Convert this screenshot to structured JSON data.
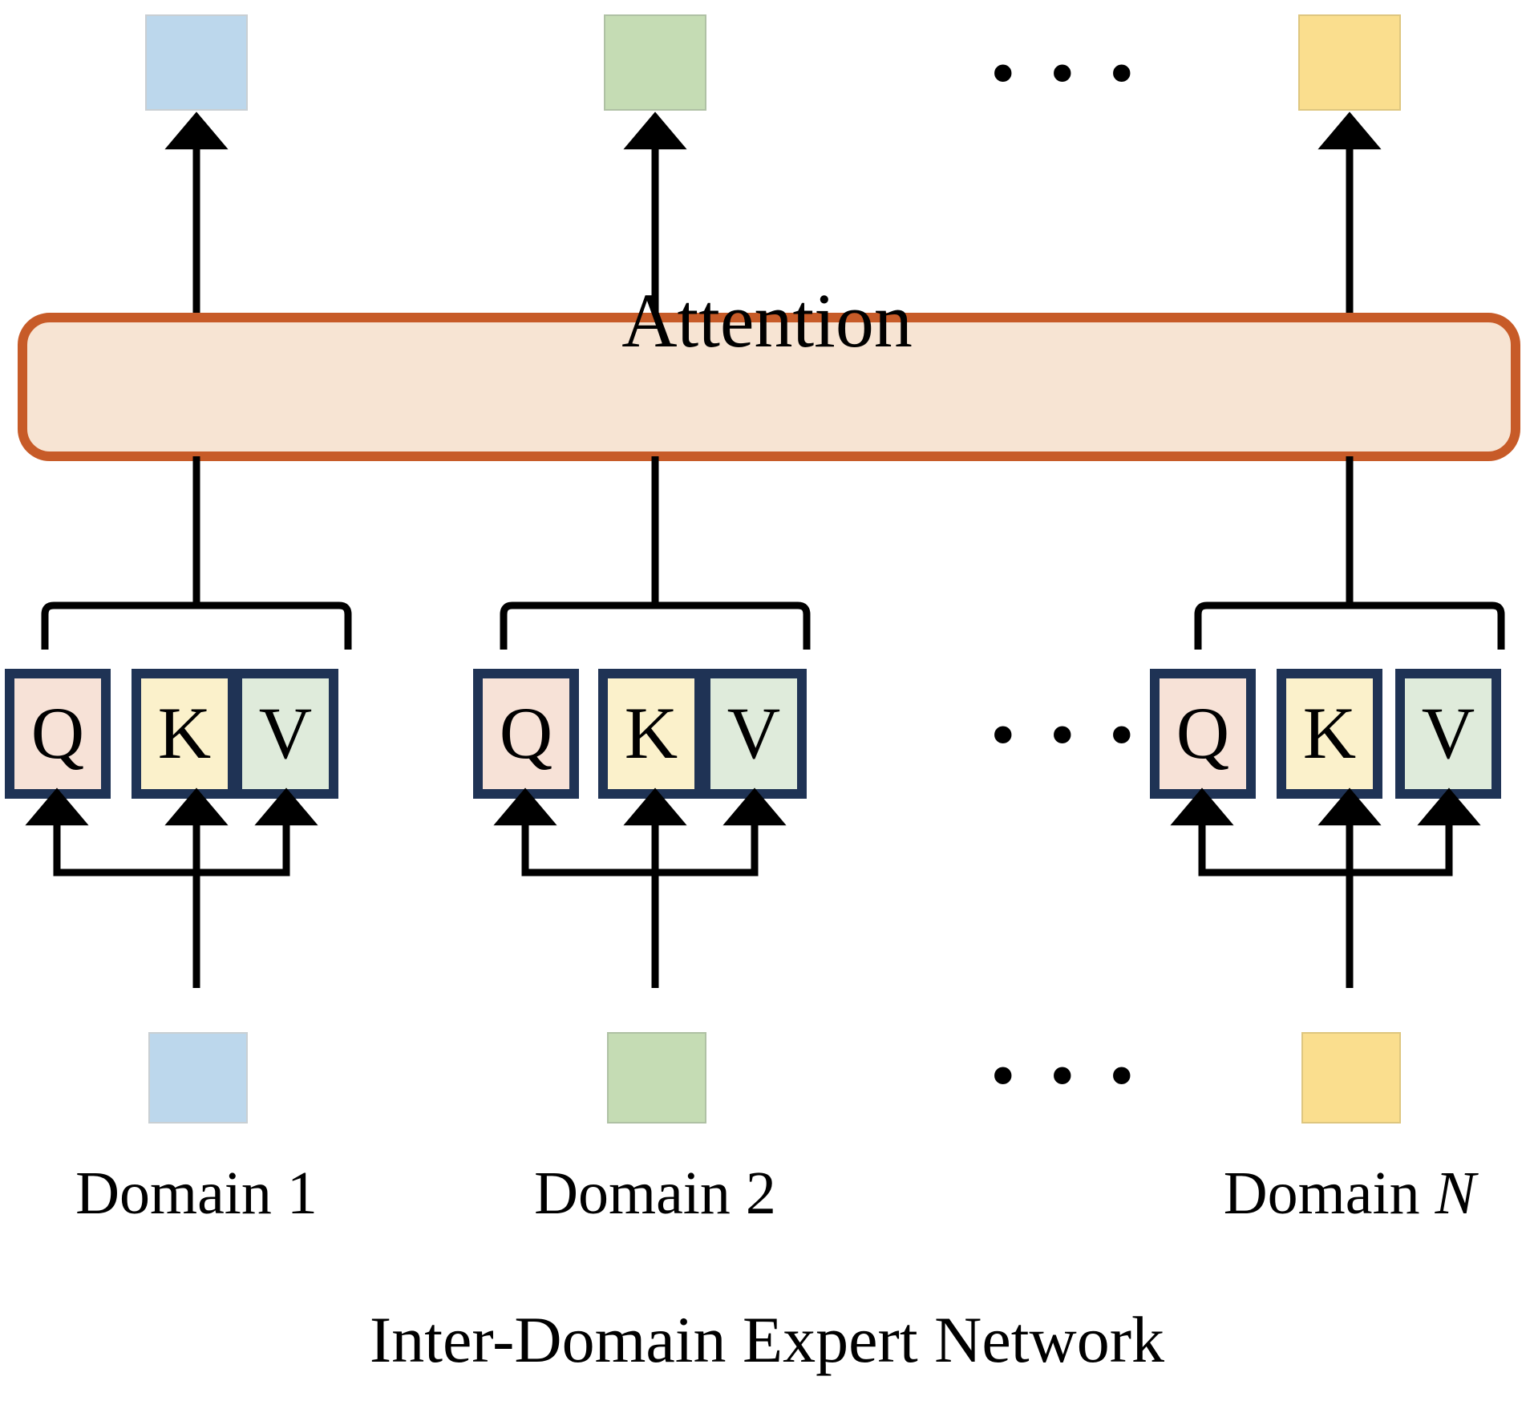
{
  "figure": {
    "caption": "Inter-Domain Expert Network",
    "attention_block": {
      "label": "Attention",
      "fill": "#F7E4D3",
      "stroke": "#C75B28"
    },
    "ellipsis": "• • •",
    "qkv_colors": {
      "q_fill": "#F7E2D7",
      "k_fill": "#FBF1CB",
      "v_fill": "#DFEBDB",
      "border": "#1F3355"
    },
    "arrow_color": "#000000",
    "columns": [
      {
        "id": "domain-1",
        "label": "Domain 1",
        "label_italic_suffix": "",
        "token_color": "#BCD7EC",
        "qkv": [
          {
            "key": "q",
            "label": "Q",
            "fill": "#F7E2D7"
          },
          {
            "key": "k",
            "label": "K",
            "fill": "#FBF1CB"
          },
          {
            "key": "v",
            "label": "V",
            "fill": "#DFEBDB"
          }
        ]
      },
      {
        "id": "domain-2",
        "label": "Domain 2",
        "label_italic_suffix": "",
        "token_color": "#C5DCB4",
        "qkv": [
          {
            "key": "q",
            "label": "Q",
            "fill": "#F7E2D7"
          },
          {
            "key": "k",
            "label": "K",
            "fill": "#FBF1CB"
          },
          {
            "key": "v",
            "label": "V",
            "fill": "#DFEBDB"
          }
        ]
      },
      {
        "id": "domain-n",
        "label": "Domain ",
        "label_italic_suffix": "N",
        "token_color": "#FADE8E",
        "qkv": [
          {
            "key": "q",
            "label": "Q",
            "fill": "#F7E2D7"
          },
          {
            "key": "k",
            "label": "K",
            "fill": "#FBF1CB"
          },
          {
            "key": "v",
            "label": "V",
            "fill": "#DFEBDB"
          }
        ]
      }
    ]
  }
}
